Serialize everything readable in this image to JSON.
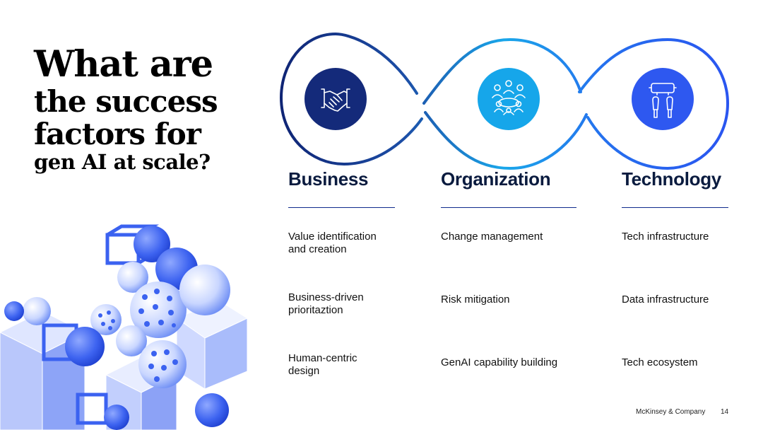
{
  "title": {
    "line1": "What are",
    "line2": "the success",
    "line3": "factors for",
    "line4": "gen AI at scale?"
  },
  "pillars": [
    {
      "name": "Business",
      "icon": "handshake-icon",
      "color": "#142a7a",
      "items": [
        "Value identification and creation",
        "Business-driven prioritaztion",
        "Human-centric design"
      ]
    },
    {
      "name": "Organization",
      "icon": "team-meeting-icon",
      "color": "#16a6ea",
      "items": [
        "Change management",
        "Risk mitigation",
        "GenAI capability building"
      ]
    },
    {
      "name": "Technology",
      "icon": "vr-headset-icon",
      "color": "#2e58f0",
      "items": [
        "Tech infrastructure",
        "Data infrastructure",
        "Tech ecosystem"
      ]
    }
  ],
  "footer": {
    "company": "McKinsey & Company",
    "page": "14"
  },
  "colors": {
    "navy": "#0f2474",
    "cyan": "#1aa7ea",
    "blue": "#2a55f0",
    "rule": "#0f2a8c"
  }
}
